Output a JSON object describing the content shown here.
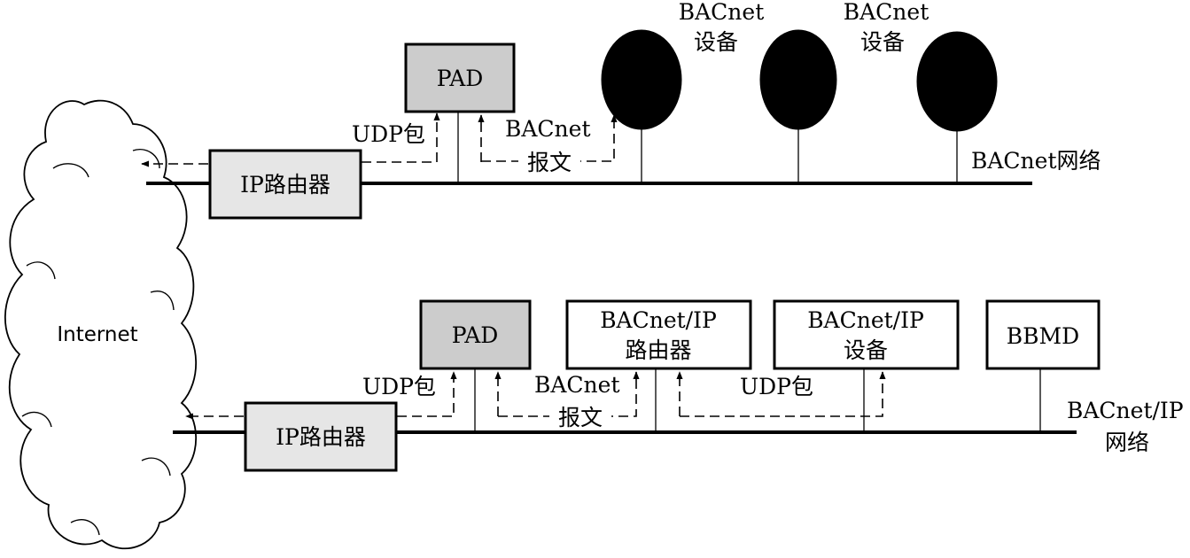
{
  "cloud": {
    "label": "Internet"
  },
  "top": {
    "router": {
      "label": "IP路由器",
      "fill": "#e6e6e6"
    },
    "pad": {
      "label": "PAD",
      "fill": "#cccccc"
    },
    "udp_label": "UDP包",
    "msg_label_1": "BACnet",
    "msg_label_2": "报文",
    "devices": [
      {
        "line1": "BACnet",
        "line2": "设备"
      },
      {
        "line1": "BACnet",
        "line2": "设备"
      }
    ],
    "network_label": "BACnet网络"
  },
  "bottom": {
    "router": {
      "label": "IP路由器",
      "fill": "#e6e6e6"
    },
    "pad": {
      "label": "PAD",
      "fill": "#cccccc"
    },
    "bip_router": {
      "line1": "BACnet/IP",
      "line2": "路由器"
    },
    "bip_device": {
      "line1": "BACnet/IP",
      "line2": "设备"
    },
    "bbmd": {
      "label": "BBMD"
    },
    "udp_label_1": "UDP包",
    "msg_label_1": "BACnet",
    "msg_label_2": "报文",
    "udp_label_2": "UDP包",
    "network_label_1": "BACnet/IP",
    "network_label_2": "网络"
  }
}
